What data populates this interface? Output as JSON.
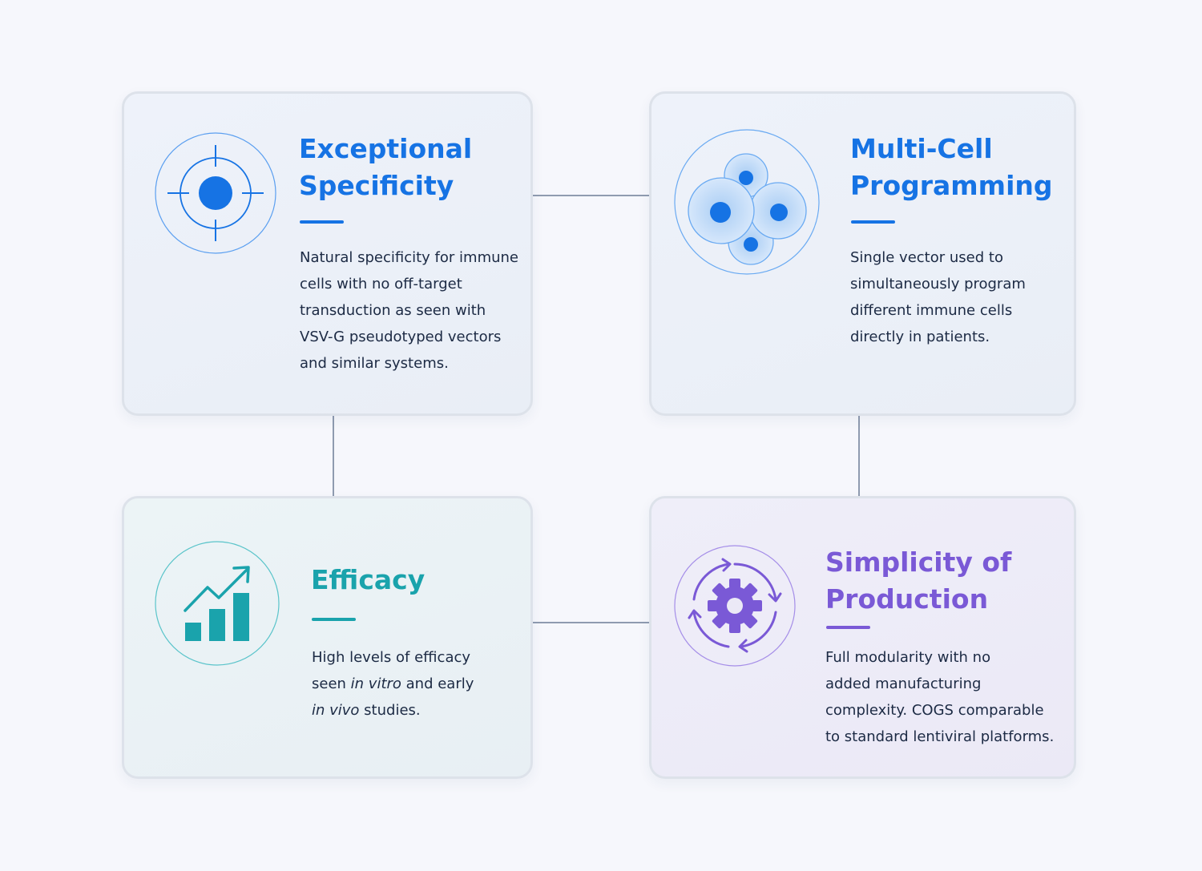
{
  "colors": {
    "background": "#f6f7fc",
    "connector": "#8f9bb0",
    "blue": "#1673e4",
    "teal": "#1aa3ac",
    "purple": "#7a59d6",
    "body_text": "#1c2a44"
  },
  "cards": [
    {
      "title_lines": [
        "Exceptional",
        "Specificity"
      ],
      "icon": "crosshair-target-icon",
      "accent": "#1673e4",
      "desc_lines": [
        "Natural specificity for immune",
        "cells with no off-target",
        "transduction as seen with",
        "VSV-G pseudotyped vectors",
        "and similar systems."
      ]
    },
    {
      "title_lines": [
        "Multi-Cell",
        "Programming"
      ],
      "icon": "multiple-cells-icon",
      "accent": "#1673e4",
      "desc_lines": [
        "Single vector used to",
        "simultaneously program",
        "different immune cells",
        "directly in patients."
      ]
    },
    {
      "title_lines": [
        "Efficacy"
      ],
      "icon": "bar-chart-growth-icon",
      "accent": "#1aa3ac",
      "desc": {
        "line1": "High levels of efficacy",
        "line2_pre": "seen ",
        "line2_em": "in vitro",
        "line2_post": " and early",
        "line3_em": "in vivo",
        "line3_post": " studies."
      }
    },
    {
      "title_lines": [
        "Simplicity of",
        "Production"
      ],
      "icon": "gear-cycle-icon",
      "accent": "#7a59d6",
      "desc_lines": [
        "Full modularity with no",
        "added manufacturing",
        "complexity. COGS comparable",
        "to standard lentiviral platforms."
      ]
    }
  ]
}
